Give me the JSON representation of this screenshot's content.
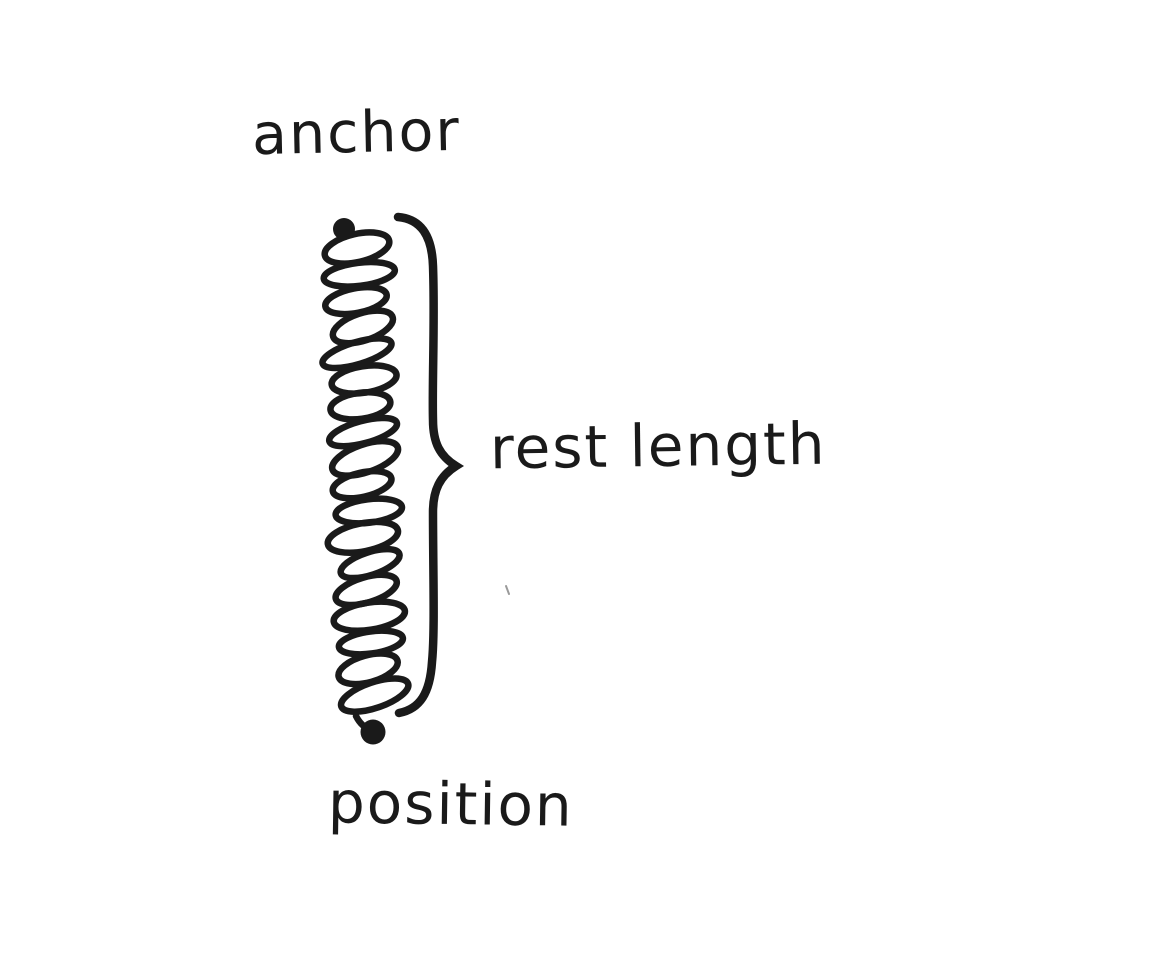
{
  "background_color": "#ffffff",
  "ink_color": "#1a1a1a",
  "diagram": {
    "subject": "spring with anchor and position endpoints",
    "labels": {
      "anchor": "anchor",
      "rest_length": "rest length",
      "position": "position"
    },
    "elements": {
      "anchor_point": "filled dot at top of spring",
      "position_point": "filled dot at bottom of spring",
      "spring_coil": "hand-drawn coil of overlapping loops",
      "rest_length_brace": "right curly brace spanning the spring length"
    }
  }
}
